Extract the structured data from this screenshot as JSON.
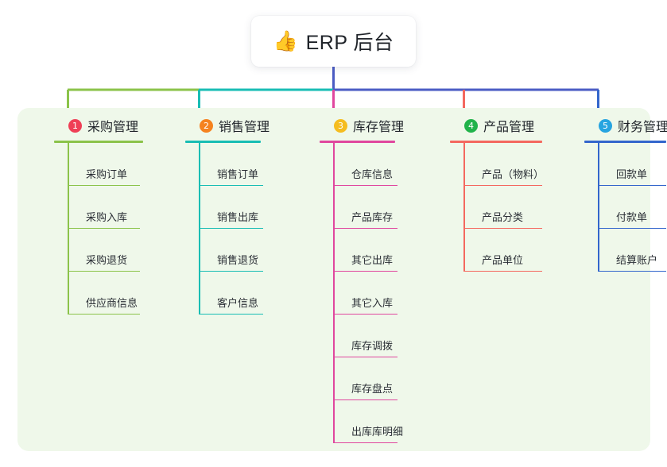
{
  "diagram": {
    "type": "mindmap-tree",
    "root": {
      "icon": "thumbs-up-icon",
      "emoji": "👍",
      "title": "ERP 后台"
    },
    "panel_color": "#eff8ea",
    "branches": [
      {
        "index": "1",
        "title": "采购管理",
        "badge_color": "#ef3f56",
        "line_color": "#8bc34a",
        "items": [
          {
            "label": "采购订单"
          },
          {
            "label": "采购入库"
          },
          {
            "label": "采购退货"
          },
          {
            "label": "供应商信息"
          }
        ]
      },
      {
        "index": "2",
        "title": "销售管理",
        "badge_color": "#f5821f",
        "line_color": "#18bdb4",
        "items": [
          {
            "label": "销售订单"
          },
          {
            "label": "销售出库"
          },
          {
            "label": "销售退货"
          },
          {
            "label": "客户信息"
          }
        ]
      },
      {
        "index": "3",
        "title": "库存管理",
        "badge_color": "#f5bd1f",
        "line_color": "#e0479e",
        "items": [
          {
            "label": "仓库信息"
          },
          {
            "label": "产品库存"
          },
          {
            "label": "其它出库"
          },
          {
            "label": "其它入库"
          },
          {
            "label": "库存调拨"
          },
          {
            "label": "库存盘点"
          },
          {
            "label": "出库库明细"
          }
        ]
      },
      {
        "index": "4",
        "title": "产品管理",
        "badge_color": "#21b34a",
        "line_color": "#f4685f",
        "items": [
          {
            "label": "产品（物料）"
          },
          {
            "label": "产品分类"
          },
          {
            "label": "产品单位"
          }
        ]
      },
      {
        "index": "5",
        "title": "财务管理",
        "badge_color": "#27a4e0",
        "line_color": "#3366cc",
        "items": [
          {
            "label": "回款单"
          },
          {
            "label": "付款单"
          },
          {
            "label": "结算账户"
          }
        ]
      }
    ],
    "connector": {
      "stem_color": "#4b5cc4",
      "bus_segment_1_color": "#8bc34a",
      "bus_segment_2_color": "#18bdb4",
      "bus_segment_3_color": "#4b5cc4"
    }
  }
}
